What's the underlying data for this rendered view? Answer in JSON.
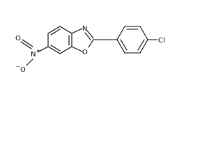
{
  "molecule": {
    "atom_labels": {
      "oxygen_ring": "O",
      "nitrogen_ring": "N",
      "chlorine": "Cl",
      "nitro_nitrogen": "N",
      "nitro_nitrogen_charge": "+",
      "nitro_oxygen_upper": "O",
      "nitro_oxygen_lower": "O",
      "nitro_oxygen_lower_charge": "−"
    }
  }
}
